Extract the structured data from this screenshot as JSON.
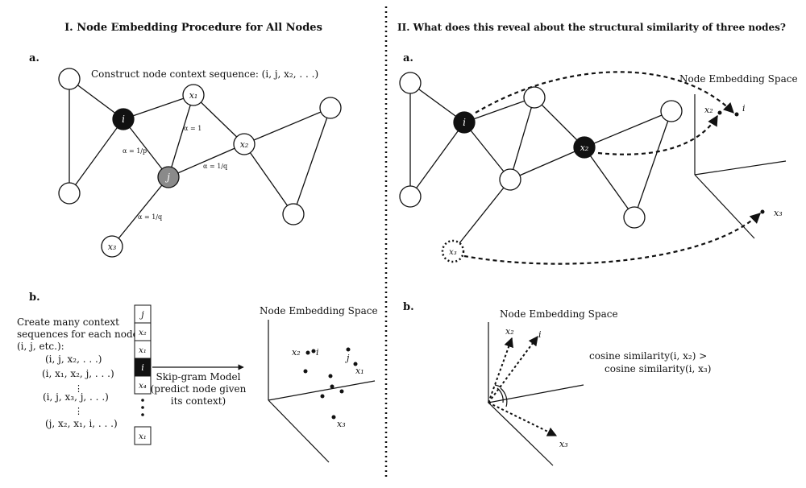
{
  "left_panel": {
    "title": "I. Node Embedding Procedure for All Nodes",
    "part_a": {
      "tag": "a.",
      "caption": "Construct node context sequence: (i, j, x₂, . . .)",
      "nodes": {
        "i": "i",
        "j": "j",
        "x1": "x₁",
        "x2": "x₂",
        "x3": "x₃"
      },
      "edge_labels": {
        "alpha_1": "α = 1",
        "alpha_1p": "α = 1/p",
        "alpha_1q_a": "α = 1/q",
        "alpha_1q_b": "α = 1/q"
      }
    },
    "part_b": {
      "tag": "b.",
      "intro_lines": [
        "Create many context",
        "sequences for each node",
        "(i, j, etc.):"
      ],
      "sequences": [
        "(i, j, x₂, . . .)",
        "(i, x₁, x₂, j, . . .)",
        "⋮",
        "(i, j, x₃, j, . . .)",
        "⋮",
        "(j, x₂, x₁, i, . . .)"
      ],
      "stack_cells": [
        "j",
        "x₂",
        "x₁",
        "i",
        "x₄"
      ],
      "stack_last": "x₁",
      "model_lines": [
        "Skip-gram Model",
        "(predict node given",
        "its context)"
      ],
      "space_title": "Node Embedding Space",
      "point_labels": {
        "x2": "x₂",
        "i": "i",
        "j": "j",
        "x1": "x₁",
        "x3": "x₃"
      }
    }
  },
  "right_panel": {
    "title": "II. What does this reveal about the structural similarity of three nodes?",
    "part_a": {
      "tag": "a.",
      "space_title": "Node Embedding Space",
      "nodes": {
        "i": "i",
        "x2": "x₂",
        "x3": "x₃"
      },
      "point_labels": {
        "x2": "x₂",
        "i": "i",
        "x3": "x₃"
      }
    },
    "part_b": {
      "tag": "b.",
      "space_title": "Node Embedding Space",
      "vector_labels": {
        "x2": "x₂",
        "i": "i",
        "x3": "x₃"
      },
      "similarity_lines": [
        "cosine similarity(i, x₂) >",
        "cosine similarity(i, x₃)"
      ]
    }
  },
  "colors": {
    "ink": "#111111",
    "black_node": "#111111",
    "gray_node": "#8a8a8a",
    "white_node": "#ffffff"
  }
}
